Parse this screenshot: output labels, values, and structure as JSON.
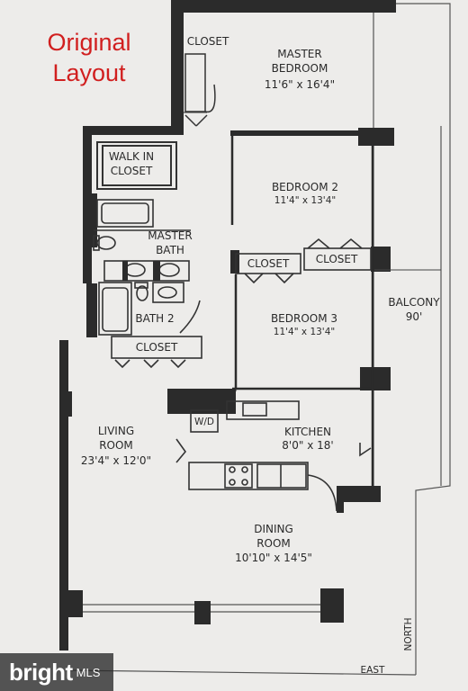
{
  "header": {
    "title_line1": "Original",
    "title_line2": "Layout"
  },
  "rooms": {
    "master_bedroom": {
      "name_line1": "MASTER",
      "name_line2": "BEDROOM",
      "dims": "11'6\" x 16'4\""
    },
    "closet_master": "CLOSET",
    "walk_in_closet": {
      "line1": "WALK IN",
      "line2": "CLOSET"
    },
    "bedroom2": {
      "name": "BEDROOM 2",
      "dims": "11'4\" x 13'4\""
    },
    "master_bath": {
      "line1": "MASTER",
      "line2": "BATH"
    },
    "closet_b2_left": "CLOSET",
    "closet_b2_right": "CLOSET",
    "balcony": {
      "name": "BALCONY",
      "dims": "90'"
    },
    "bath2": "BATH 2",
    "bedroom3": {
      "name": "BEDROOM 3",
      "dims": "11'4\" x 13'4\""
    },
    "closet_bath2": "CLOSET",
    "washer_dryer": "W/D",
    "living_room": {
      "name_line1": "LIVING",
      "name_line2": "ROOM",
      "dims": "23'4\" x 12'0\""
    },
    "kitchen": {
      "name": "KITCHEN",
      "dims": "8'0\" x 18'"
    },
    "dining_room": {
      "name_line1": "DINING",
      "name_line2": "ROOM",
      "dims": "10'10\" x 14'5\""
    }
  },
  "compass": {
    "north": "NORTH",
    "east": "EAST"
  },
  "watermark": {
    "brand": "bright",
    "suffix": "MLS"
  }
}
